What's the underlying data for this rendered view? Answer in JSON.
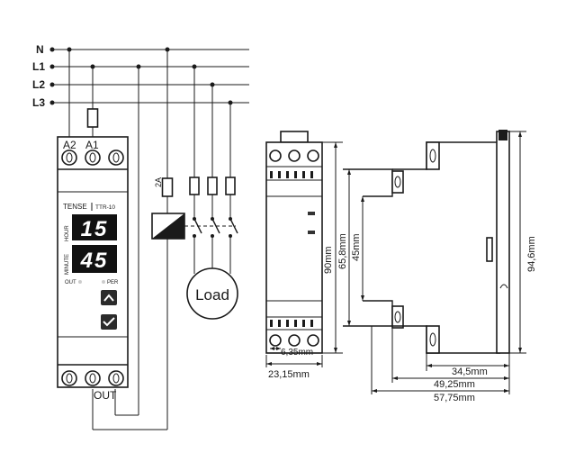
{
  "wiring": {
    "lines": [
      "N",
      "L1",
      "L2",
      "L3"
    ],
    "terminals_top": [
      "A2",
      "A1"
    ],
    "terminal_bottom": "OUT",
    "fuse_label": "2A",
    "load_label": "Load"
  },
  "device": {
    "brand": "TENSE",
    "model": "TTR-10",
    "display_top": "15",
    "display_top_unit": "HOUR",
    "display_bottom": "45",
    "display_bottom_unit": "MINUTE",
    "indicator_out": "OUT",
    "indicator_per": "PER"
  },
  "dimensions": {
    "height_total": "90mm",
    "height_body": "65,8mm",
    "height_front": "45mm",
    "rail_width": "6,35mm",
    "width_front": "23,15mm",
    "height_side": "94,6mm",
    "depth_1": "34,5mm",
    "depth_2": "49,25mm",
    "depth_3": "57,75mm"
  },
  "colors": {
    "ink": "#1a1a1a",
    "display_bg": "#111111",
    "button_bg": "#2b2b2b"
  }
}
